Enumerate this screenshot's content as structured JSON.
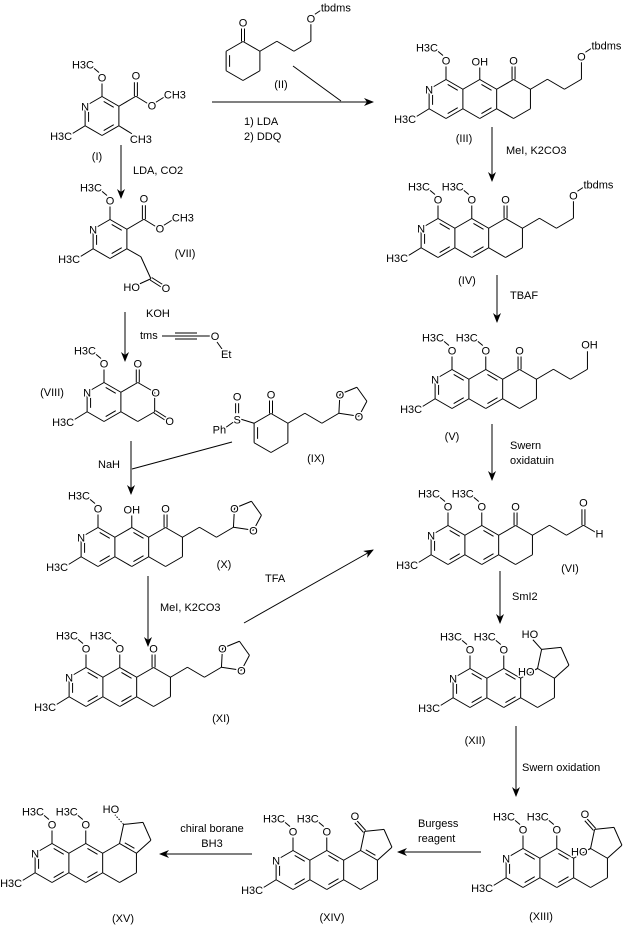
{
  "compounds": {
    "I": "(I)",
    "II": "(II)",
    "III": "(III)",
    "IV": "(IV)",
    "V": "(V)",
    "VI": "(VI)",
    "VII": "(VII)",
    "VIII": "(VIII)",
    "IX": "(IX)",
    "X": "(X)",
    "XI": "(XI)",
    "XII": "(XII)",
    "XIII": "(XIII)",
    "XIV": "(XIV)",
    "XV": "(XV)"
  },
  "reagents": {
    "i_to_iii": [
      "1) LDA",
      "2) DDQ"
    ],
    "i_to_vii": [
      "LDA, CO2"
    ],
    "vii_to_viii": [
      "KOH"
    ],
    "tms_reagent": {
      "tms": "tms",
      "o": "O",
      "et": "Et"
    },
    "viii_to_x": [
      "NaH"
    ],
    "x_to_xi": [
      "MeI, K2CO3"
    ],
    "xi_to_vi": [
      "TFA"
    ],
    "iii_to_iv": [
      "MeI, K2CO3"
    ],
    "iv_to_v": [
      "TBAF"
    ],
    "v_to_vi": [
      "Swern",
      "oxidatuin"
    ],
    "vi_to_xii": [
      "SmI2"
    ],
    "xii_to_xiii": [
      "Swern oxidation"
    ],
    "xiii_to_xiv": [
      "Burgess",
      "reagent"
    ],
    "xiv_to_xv": [
      "chiral borane",
      "BH3"
    ]
  },
  "atoms": {
    "methyl_left": "H3C",
    "methyl_right": "CH3",
    "oxygen": "O",
    "nitrogen": "N",
    "hydroxyl": "OH",
    "hydroxyl_left": "HO",
    "silyl": "tbdms",
    "sulfur": "S",
    "phenyl": "Ph",
    "hydrogen": "H"
  }
}
